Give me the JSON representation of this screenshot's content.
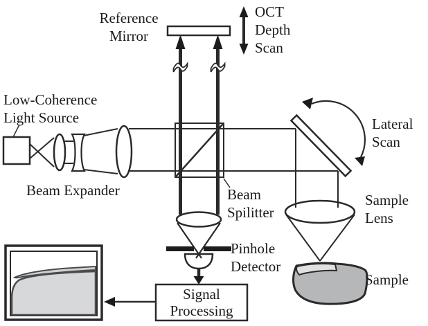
{
  "diagram": {
    "labels": {
      "reference_mirror": "Reference\nMirror",
      "oct_depth_scan": "OCT\nDepth\nScan",
      "light_source": "Low-Coherence\nLight Source",
      "beam_expander": "Beam Expander",
      "beam_splitter": "Beam\nSpilitter",
      "lateral_scan": "Lateral\nScan",
      "sample_lens": "Sample\nLens",
      "sample": "Sample",
      "pinhole_detector": "Pinhole\nDetector",
      "signal_processing": "Signal\nProcessing"
    },
    "colors": {
      "line": "#2a2a2a",
      "background": "#ffffff",
      "sample_fill": "#b5b7b9",
      "nail_fill": "#e0e1e2",
      "tissue_fill": "#d6d8d9",
      "flap_fill": "#cfd1d3"
    }
  }
}
